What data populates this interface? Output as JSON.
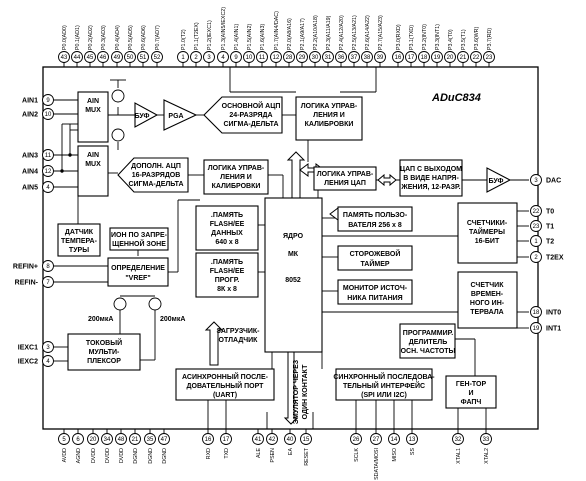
{
  "chip_name": "ADuC834",
  "top_pins": [
    {
      "n": "43",
      "l": "P0.0(AD0)"
    },
    {
      "n": "44",
      "l": "P0.1(AD1)"
    },
    {
      "n": "45",
      "l": "P0.2(AD2)"
    },
    {
      "n": "46",
      "l": "P0.3(AD3)"
    },
    {
      "n": "49",
      "l": "P0.4(AD4)"
    },
    {
      "n": "50",
      "l": "P0.5(AD5)"
    },
    {
      "n": "51",
      "l": "P0.6(AD6)"
    },
    {
      "n": "52",
      "l": "P0.7(AD7)"
    },
    {
      "n": "1",
      "l": "P1.0(T2)"
    },
    {
      "n": "2",
      "l": "P1.1(T2EX)"
    },
    {
      "n": "3",
      "l": "P1.2(IEXC1)"
    },
    {
      "n": "4",
      "l": "P1.3(AIN5/IEXC2)"
    },
    {
      "n": "9",
      "l": "P1.4(AIN1)"
    },
    {
      "n": "10",
      "l": "P1.5(AIN2)"
    },
    {
      "n": "11",
      "l": "P1.6(AIN3)"
    },
    {
      "n": "12",
      "l": "P1.7(AIN4/DAC)"
    },
    {
      "n": "28",
      "l": "P2.0(A8/A16)"
    },
    {
      "n": "29",
      "l": "P2.1(A9/A17)"
    },
    {
      "n": "30",
      "l": "P2.2(A10/A18)"
    },
    {
      "n": "31",
      "l": "P2.3(A11/A19)"
    },
    {
      "n": "36",
      "l": "P2.4(A12/A20)"
    },
    {
      "n": "37",
      "l": "P2.5(A13/A21)"
    },
    {
      "n": "38",
      "l": "P2.6(A14/A22)"
    },
    {
      "n": "39",
      "l": "P2.7(A15/A23)"
    },
    {
      "n": "16",
      "l": "P3.0(RXD)"
    },
    {
      "n": "17",
      "l": "P3.1(TXD)"
    },
    {
      "n": "18",
      "l": "P3.2(INT0)"
    },
    {
      "n": "19",
      "l": "P3.3(INT1)"
    },
    {
      "n": "20",
      "l": "P3.4(T0)"
    },
    {
      "n": "21",
      "l": "P3.5(T1)"
    },
    {
      "n": "22",
      "l": "P3.6(WR)"
    },
    {
      "n": "23",
      "l": "P3.7(RD)"
    }
  ],
  "bottom_pins": [
    {
      "n": "5",
      "l": "AVDD"
    },
    {
      "n": "6",
      "l": "AGND"
    },
    {
      "n": "20",
      "l": "DVDD"
    },
    {
      "n": "34",
      "l": "DVDD"
    },
    {
      "n": "48",
      "l": "DVDD"
    },
    {
      "n": "21",
      "l": "DGND"
    },
    {
      "n": "35",
      "l": "DGND"
    },
    {
      "n": "47",
      "l": "DGND"
    },
    {
      "n": "16",
      "l": "RXD"
    },
    {
      "n": "17",
      "l": "TXD"
    },
    {
      "n": "41",
      "l": "ALE"
    },
    {
      "n": "42",
      "l": "PSEN"
    },
    {
      "n": "40",
      "l": "EA"
    },
    {
      "n": "15",
      "l": "RESET"
    },
    {
      "n": "26",
      "l": "SCLK"
    },
    {
      "n": "27",
      "l": "SDATA/MOSI"
    },
    {
      "n": "14",
      "l": "MISO"
    },
    {
      "n": "13",
      "l": "SS"
    },
    {
      "n": "32",
      "l": "XTAL1"
    },
    {
      "n": "33",
      "l": "XTAL2"
    }
  ],
  "left_pins": [
    {
      "n": "9",
      "l": "AIN1"
    },
    {
      "n": "10",
      "l": "AIN2"
    },
    {
      "n": "11",
      "l": "AIN3"
    },
    {
      "n": "12",
      "l": "AIN4"
    },
    {
      "n": "4",
      "l": "AIN5"
    },
    {
      "n": "8",
      "l": "REFIN+"
    },
    {
      "n": "7",
      "l": "REFIN-"
    },
    {
      "n": "3",
      "l": "IEXC1"
    },
    {
      "n": "4",
      "l": "IEXC2"
    }
  ],
  "right_pins": [
    {
      "n": "3",
      "l": "DAC"
    },
    {
      "n": "22",
      "l": "T0"
    },
    {
      "n": "23",
      "l": "T1"
    },
    {
      "n": "1",
      "l": "T2"
    },
    {
      "n": "2",
      "l": "T2EX"
    },
    {
      "n": "18",
      "l": "INT0"
    },
    {
      "n": "19",
      "l": "INT1"
    }
  ],
  "blocks": {
    "ain_mux_top": [
      "AIN",
      "MUX"
    ],
    "ain_mux_bottom": [
      "AIN",
      "MUX"
    ],
    "buf_main": "БУФ",
    "pga": "PGA",
    "adc_main": [
      "ОСНОВНОЙ АЦП",
      "24-РАЗРЯДА",
      "СИГМА-ДЕЛЬТА"
    ],
    "adc_main_control": [
      "ЛОГИКА УПРАВ-",
      "ЛЕНИЯ И",
      "КАЛИБРОВКИ"
    ],
    "adc_aux": [
      "ДОПОЛН.   АЦП",
      "16-РАЗРЯДОВ",
      "СИГМА-ДЕЛЬТА"
    ],
    "adc_aux_control": [
      "ЛОГИКА УПРАВ-",
      "ЛЕНИЯ И",
      "КАЛИБРОВКИ"
    ],
    "dac_control": [
      "ЛОГИКА УПРАВ-",
      "ЛЕНИЯ   ЦАП"
    ],
    "dac": [
      "ЦАП С ВЫХОДОМ",
      "В ВИДЕ НАПРЯ-",
      "ЖЕНИЯ, 12-РАЗР."
    ],
    "buf_dac": "БУФ",
    "temp_sensor": [
      "ДАТЧИК",
      "ТЕМПЕРА-",
      "ТУРЫ"
    ],
    "bandgap": [
      "ИОН ПО ЗАПРЕ-",
      "ЩЕННОЙ ЗОНЕ"
    ],
    "vref_detect": [
      "ОПРЕДЕЛЕНИЕ",
      "\"VREF\""
    ],
    "current_source_1": "200мкА",
    "current_source_2": "200мкА",
    "current_mux": [
      "ТОКОВЫЙ",
      "МУЛЬТИ-",
      "ПЛЕКСОР"
    ],
    "flash_data": [
      ".ПАМЯТЬ",
      "FLASH/EE",
      "ДАННЫХ",
      "640 x 8"
    ],
    "flash_prog": [
      ".ПАМЯТЬ",
      "FLASH/EE",
      "ПРОГР.",
      "8К x 8"
    ],
    "core": [
      "ЯДРО",
      "МК",
      "8052"
    ],
    "user_ram": [
      "ПАМЯТЬ ПОЛЬЗО-",
      "ВАТЕЛЯ   256 x 8"
    ],
    "watchdog": [
      "СТОРОЖЕВОЙ",
      "ТАЙМЕР"
    ],
    "power_monitor": [
      "МОНИТОР ИСТОЧ-",
      "НИКА ПИТАНИЯ"
    ],
    "timers": [
      "СЧЕТЧИКИ-",
      "ТАЙМЕРЫ",
      "16-БИТ"
    ],
    "interval_counter": [
      "СЧЕТЧИК",
      "ВРЕМЕН-",
      "НОГО ИН-",
      "ТЕРВАЛА"
    ],
    "bootloader": [
      "ЗАГРУЗЧИК-",
      "ОТЛАДЧИК"
    ],
    "uart": [
      "АСИНХРОННЫЙ ПОСЛЕ-",
      "ДОВАТЕЛЬНЫЙ ПОРТ",
      "(UART)"
    ],
    "emulator": [
      "ЭМУЛЯТОР ЧЕРЕЗ",
      "ОДИН КОНТАКТ"
    ],
    "spi_i2c": [
      "СИНХРОННЫЙ ПОСЛЕДОВА-",
      "ТЕЛЬНЫЙ ИНТЕРФЕЙС",
      "(SPI ИЛИ I2C)"
    ],
    "clock_divider": [
      "ПРОГРАММИР.",
      "ДЕЛИТЕЛЬ",
      "ОСН. ЧАСТОТЫ"
    ],
    "oscillator": [
      "ГЕН-ТОР",
      "И",
      "ФАПЧ"
    ]
  }
}
